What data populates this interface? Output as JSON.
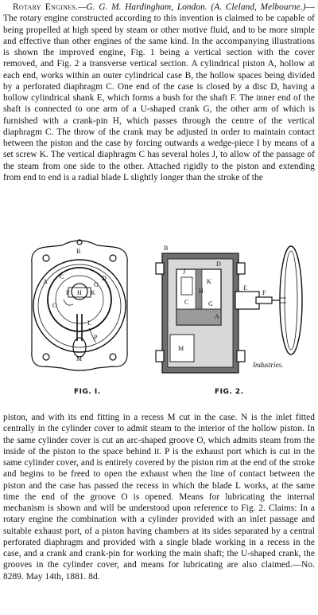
{
  "article": {
    "heading": "Rotary Engines.",
    "byline": "—G. G. M. Hardingham, London. (A. Cleland, Melbourne.)",
    "para1_body": "—The rotary engine constructed according to this invention is claimed to be capable of being propelled at high speed by steam or other motive fluid, and to be more simple and effective than other engines of the same kind. In the accompanying illustrations is shown the improved engine, Fig. 1 being a vertical section with the cover removed, and Fig. 2 a transverse vertical section. A cylindrical piston A, hollow at each end, works within an outer cylindrical case B, the hollow spaces being divided by a perforated diaphragm C. One end of the case is closed by a disc D, having a hollow cylindrical shank E, which forms a bush for the shaft F. The inner end of the shaft is connected to one arm of a U-shaped crank G, the other arm of which is furnished with a crank-pin H, which passes through the centre of the vertical diaphragm C. The throw of the crank may be adjusted in order to maintain contact between the piston and the case by forcing outwards a wedge-piece I by means of a set screw K. The vertical diaphragm C has several holes J, to allow of the passage of the steam from one side to the other. Attached rigidly to the piston and extending from end to end is a radial blade L slightly longer than the stroke of the",
    "para2": "piston, and with its end fitting in a recess M cut in the case. N is the inlet fitted centrally in the cylinder cover to admit steam to the interior of the hollow piston. In the same cylinder cover is cut an arc-shaped groove O, which admits steam from the inside of the piston to the space behind it. P is the exhaust port which is cut in the same cylinder cover, and is entirely covered by the piston rim at the end of the stroke and begins to be freed to open the exhaust when the line of contact between the piston and the case has passed the recess in which the blade L works, at the same time the end of the groove O is opened. Means for lubricating the internal mechanism is shown and will be understood upon reference to Fig. 2. Claims: In a rotary engine the combination with a cylinder provided with an inlet passage and suitable exhaust port, of a piston having chambers at its sides separated by a central perforated diaphragm and provided with a single blade working in a recess in the case, and a crank and crank-pin for working the main shaft; the U-shaped crank, the grooves in the cylinder cover, and means for lubricating are also claimed.—No. 8289. May 14th, 1881. 8d."
  },
  "figure": {
    "fig1_caption": "FIG. I.",
    "fig2_caption": "FIG. 2.",
    "engraver": "Industries.",
    "fig1_letters": [
      "B",
      "A",
      "C",
      "D",
      "H",
      "K",
      "G",
      "F",
      "O",
      "L",
      "P",
      "M"
    ],
    "fig2_letters": [
      "B",
      "J",
      "D",
      "K",
      "E",
      "F",
      "H",
      "C",
      "G",
      "M",
      "A"
    ]
  }
}
